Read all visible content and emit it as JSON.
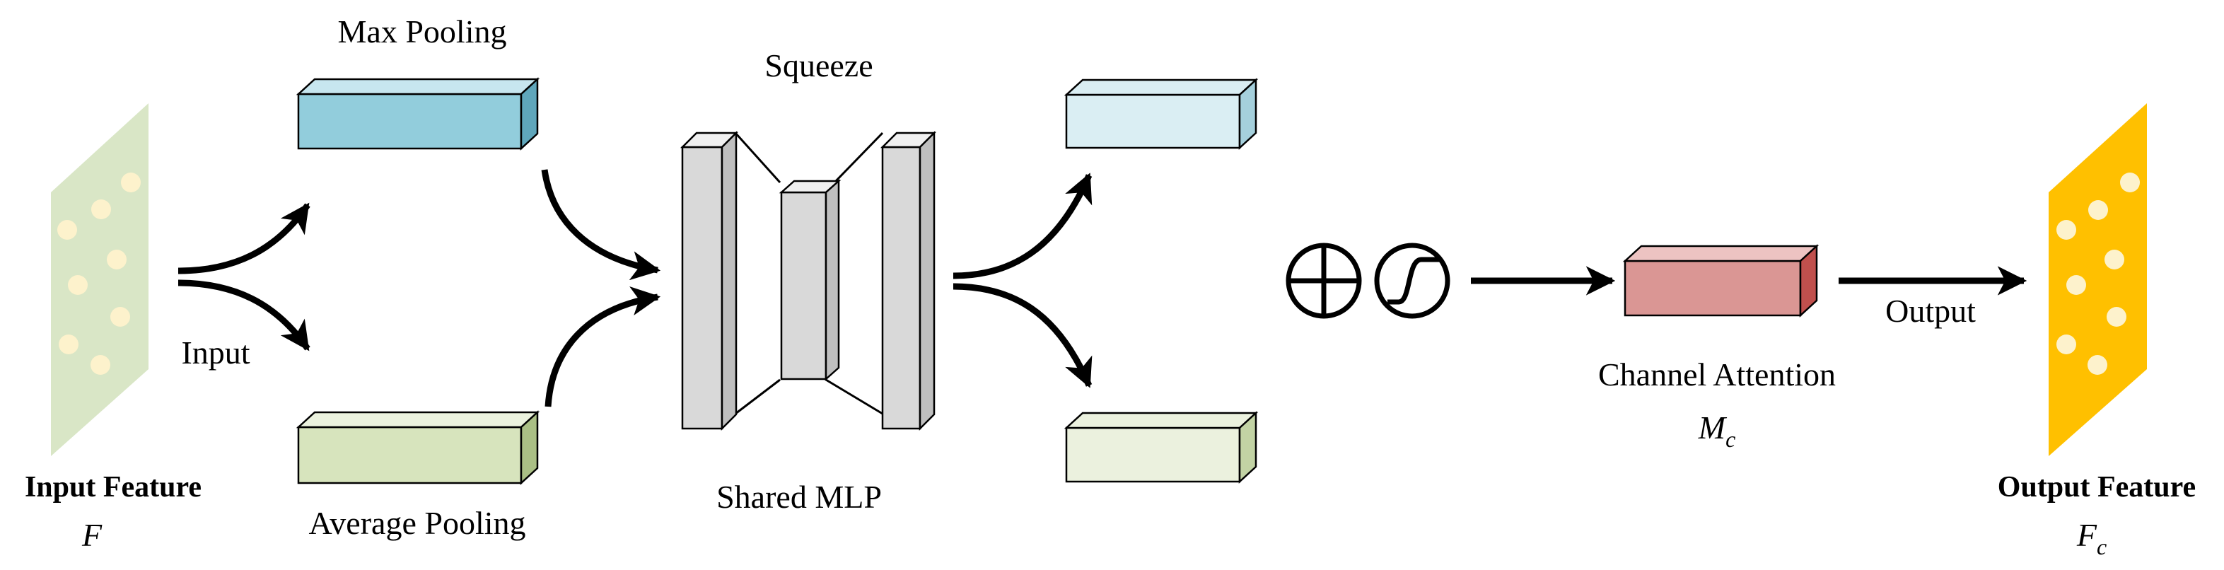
{
  "labels": {
    "max_pooling": "Max Pooling",
    "average_pooling": "Average Pooling",
    "squeeze": "Squeeze",
    "shared_mlp": "Shared MLP",
    "input": "Input",
    "output": "Output",
    "input_feature": "Input Feature",
    "input_feature_symbol": "F",
    "channel_attention": "Channel Attention",
    "channel_attention_symbol": "M",
    "channel_attention_subscript": "c",
    "output_feature": "Output Feature",
    "output_feature_symbol": "F",
    "output_feature_subscript": "c"
  },
  "colors": {
    "input_feature_panel": "#d9e6c6",
    "output_feature_panel": "#ffc000",
    "feature_dot": "#fdf2cc",
    "max_pool_front": "#92cddc",
    "max_pool_top": "#c7e6ef",
    "max_pool_side": "#5fa6bb",
    "avg_pool_front": "#d7e4bd",
    "avg_pool_top": "#ebf2de",
    "avg_pool_side": "#aabf85",
    "out_top_front": "#daeef3",
    "out_top_side": "#a5d0dc",
    "out_bottom_front": "#ebf1de",
    "out_bottom_side": "#c2d3a4",
    "mlp_front": "#d9d9d9",
    "mlp_top": "#f0f0f0",
    "mlp_side": "#bfbfbf",
    "attention_front": "#da9694",
    "attention_top": "#edc3c2",
    "attention_side": "#c0504d",
    "stroke": "#000000"
  },
  "icons": {
    "sum": "circled-plus-icon",
    "activation": "sigmoid-icon"
  }
}
